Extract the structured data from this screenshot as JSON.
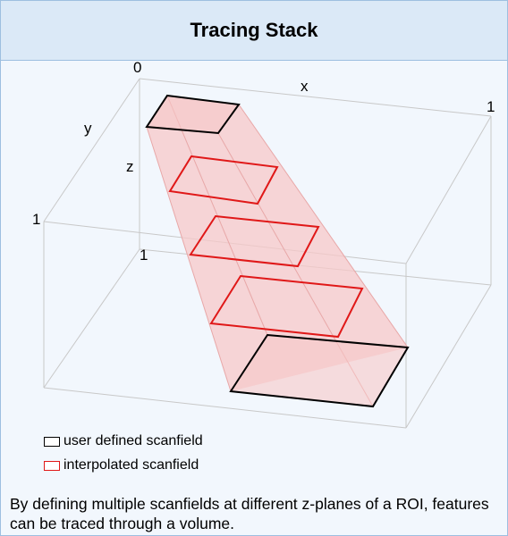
{
  "title": "Tracing Stack",
  "axes": {
    "origin": "0",
    "x": "x",
    "x_end": "1",
    "y": "y",
    "y_end": "1",
    "z": "z",
    "z_end": "1"
  },
  "legend": {
    "user": "user defined scanfield",
    "interpolated": "interpolated scanfield"
  },
  "caption": " By defining multiple scanfields at different z-planes of a ROI, features can be traced through a volume.",
  "colors": {
    "user_outline": "#000000",
    "interpolated_outline": "#e01818",
    "volume_fill": "#f7c8c8",
    "box_lines": "#c8c8c8"
  }
}
